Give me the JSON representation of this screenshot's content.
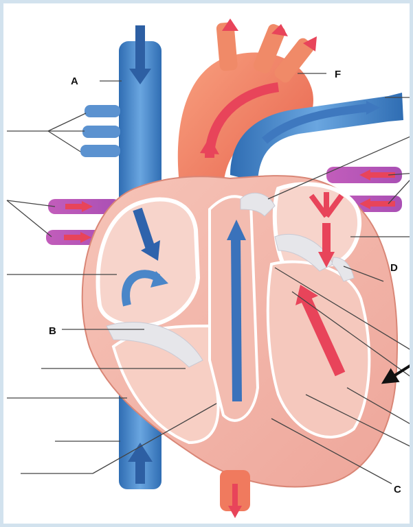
{
  "labels": {
    "A": "A",
    "B": "B",
    "C": "C",
    "D": "D",
    "F": "F"
  },
  "colors": {
    "deoxygenated": "#4a86c8",
    "oxygenated": "#e8445a",
    "aorta": "#f07a5e",
    "muscle": "#f4b7ad",
    "chamber_inner": "#f7d4cb",
    "pulmonary_vein": "#c05fb0",
    "valve": "#e6e6ea",
    "border": "#d2e2ee"
  }
}
